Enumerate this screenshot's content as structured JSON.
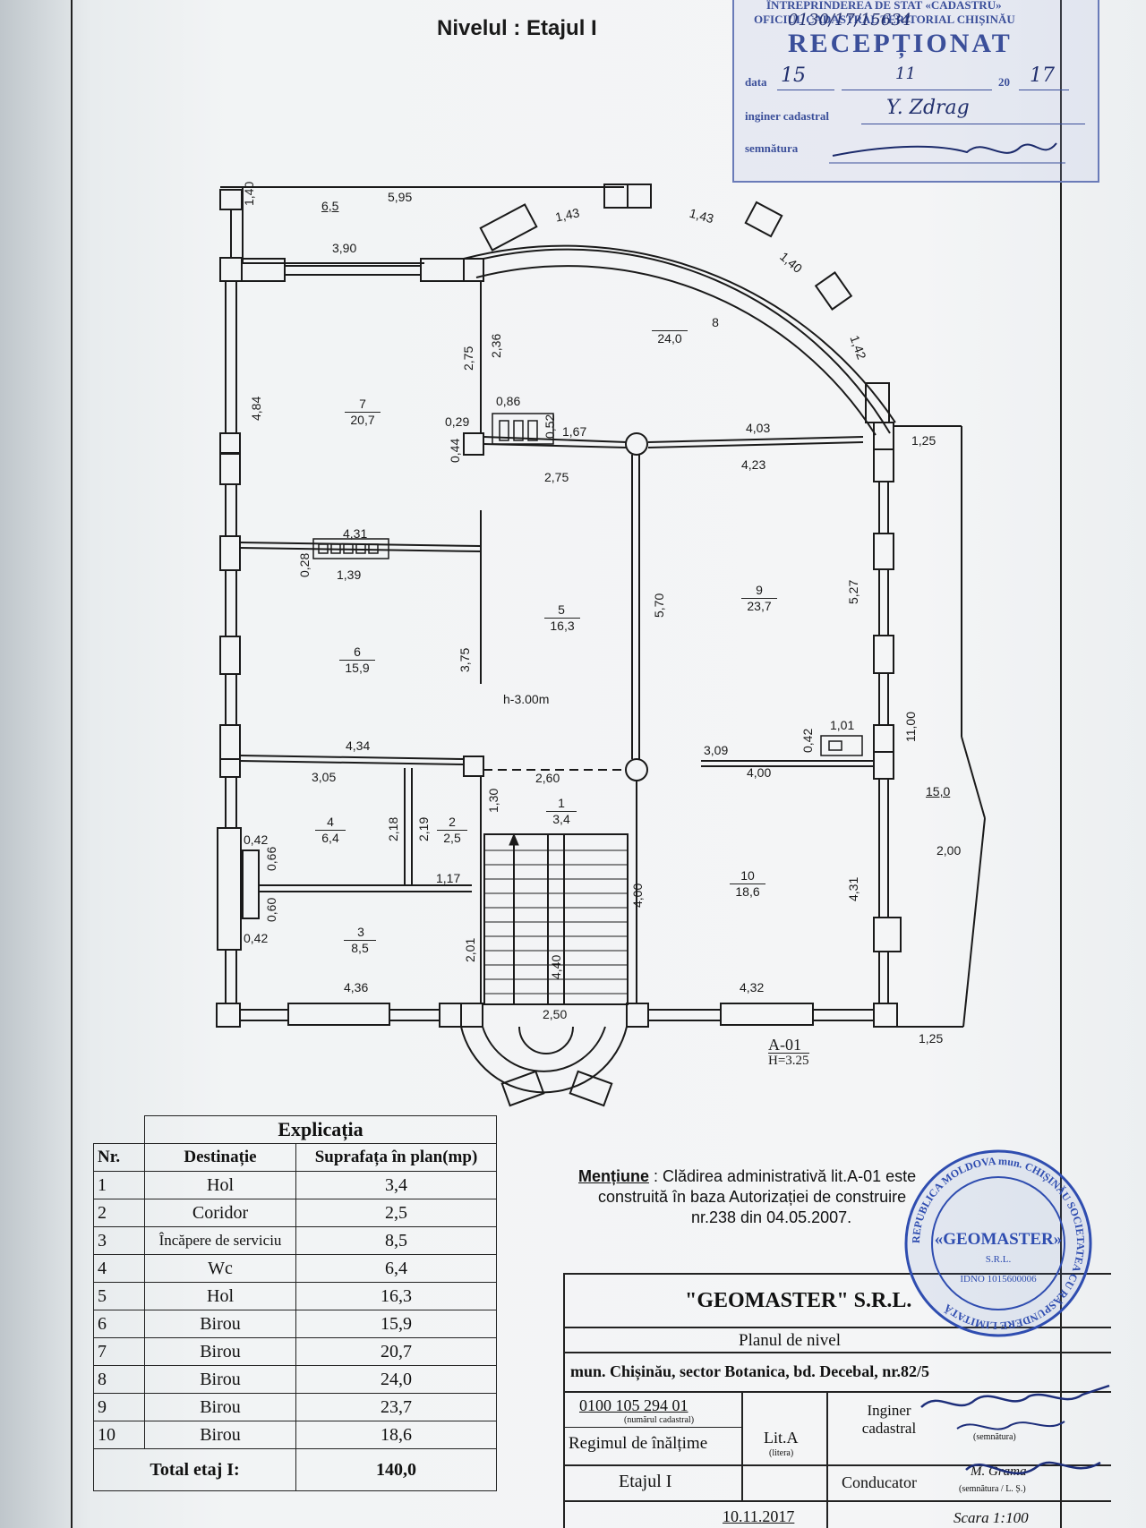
{
  "header": {
    "title": "Nivelul : Etajul I"
  },
  "stamp": {
    "org_line1": "ÎNTREPRINDEREA DE STAT «CADASTRU»",
    "org_line2": "OFICIUL CADASTRAL TERITORIAL CHIȘINĂU",
    "handwritten_number": "0130/17/15634",
    "status": "RECEPȚIONAT",
    "date_label": "data",
    "date_day": "15",
    "date_month": "11",
    "date_year_prefix": "20",
    "date_year": "17",
    "engineer_label": "inginer cadastral",
    "engineer_name": "Y. Zdrag",
    "signature_label": "semnătura"
  },
  "plan": {
    "rooms": [
      {
        "num": "1",
        "area": "3,4"
      },
      {
        "num": "2",
        "area": "2,5"
      },
      {
        "num": "3",
        "area": "8,5"
      },
      {
        "num": "4",
        "area": "6,4"
      },
      {
        "num": "5",
        "area": "16,3"
      },
      {
        "num": "6",
        "area": "15,9"
      },
      {
        "num": "7",
        "area": "20,7"
      },
      {
        "num": "8",
        "area": "24,0"
      },
      {
        "num": "9",
        "area": "23,7"
      },
      {
        "num": "10",
        "area": "18,6"
      },
      {
        "num": "",
        "area": "6,5"
      },
      {
        "num": "",
        "area": "15,0"
      }
    ],
    "height_note": "h-3.00m",
    "section_label": "A-01",
    "section_height": "H=3.25",
    "dims": {
      "d595": "5,95",
      "d140a": "1,40",
      "d390": "3,90",
      "d143a": "1,43",
      "d143b": "1,43",
      "d140b": "1,40",
      "d142": "1,42",
      "d484": "4,84",
      "d275a": "2,75",
      "d236": "2,36",
      "d086": "0,86",
      "d029": "0,29",
      "d052": "0,52",
      "d044": "0,44",
      "d167": "1,67",
      "d403": "4,03",
      "d125a": "1,25",
      "d423": "4,23",
      "d275b": "2,75",
      "d431a": "4,31",
      "d028": "0,28",
      "d139": "1,39",
      "d570": "5,70",
      "d527": "5,27",
      "d375": "3,75",
      "d1100": "11,00",
      "d042a": "0,42",
      "d101": "1,01",
      "d434": "4,34",
      "d309": "3,09",
      "d400a": "4,00",
      "d305": "3,05",
      "d260": "2,60",
      "d130": "1,30",
      "d218": "2,18",
      "d219": "2,19",
      "d042b": "0,42",
      "d066": "0,66",
      "d200": "2,00",
      "d117": "1,17",
      "d400b": "4,00",
      "d431b": "4,31",
      "d060": "0,60",
      "d042c": "0,42",
      "d201": "2,01",
      "d440": "4,40",
      "d436": "4,36",
      "d432": "4,32",
      "d250": "2,50",
      "d125b": "1,25"
    }
  },
  "legend": {
    "caption": "Explicația",
    "headers": [
      "Nr.",
      "Destinație",
      "Suprafața în plan(mp)"
    ],
    "rows": [
      {
        "nr": "1",
        "dest": "Hol",
        "area": "3,4"
      },
      {
        "nr": "2",
        "dest": "Coridor",
        "area": "2,5"
      },
      {
        "nr": "3",
        "dest": "Încăpere de serviciu",
        "area": "8,5"
      },
      {
        "nr": "4",
        "dest": "Wc",
        "area": "6,4"
      },
      {
        "nr": "5",
        "dest": "Hol",
        "area": "16,3"
      },
      {
        "nr": "6",
        "dest": "Birou",
        "area": "15,9"
      },
      {
        "nr": "7",
        "dest": "Birou",
        "area": "20,7"
      },
      {
        "nr": "8",
        "dest": "Birou",
        "area": "24,0"
      },
      {
        "nr": "9",
        "dest": "Birou",
        "area": "23,7"
      },
      {
        "nr": "10",
        "dest": "Birou",
        "area": "18,6"
      }
    ],
    "total_label": "Total etaj I:",
    "total_value": "140,0"
  },
  "mention": {
    "label": "Mențiune",
    "line1": ": Clădirea administrativă lit.A-01 este",
    "line2": "construită în baza Autorizației de construire",
    "line3": "nr.238 din 04.05.2007."
  },
  "title_block": {
    "company": "\"GEOMASTER\" S.R.L.",
    "doc_type": "Planul de nivel",
    "address": "mun. Chișinău, sector Botanica, bd. Decebal, nr.82/5",
    "cadastral_number": "0100 105 294 01",
    "cadastral_caption": "(numărul cadastral)",
    "height_regime_label": "Regimul de înălțime",
    "letter": "Lit.A",
    "letter_caption": "(litera)",
    "engineer_label": "Inginer cadastral",
    "engineer_sig_caption": "(semnătura)",
    "director_label": "Conducator",
    "director_name": "M. Grama",
    "director_sig_caption": "(semnătura / L. Ș.)",
    "level": "Etajul I",
    "date": "10.11.2017",
    "scale": "Scara 1:100"
  },
  "seal": {
    "outer_text": "REPUBLICA MOLDOVA mun. CHIȘINĂU SOCIETATEA CU RĂSPUNDERE LIMITATĂ",
    "center_text": "«GEOMASTER»",
    "srl": "S.R.L.",
    "idno": "IDNO 1015600006"
  }
}
